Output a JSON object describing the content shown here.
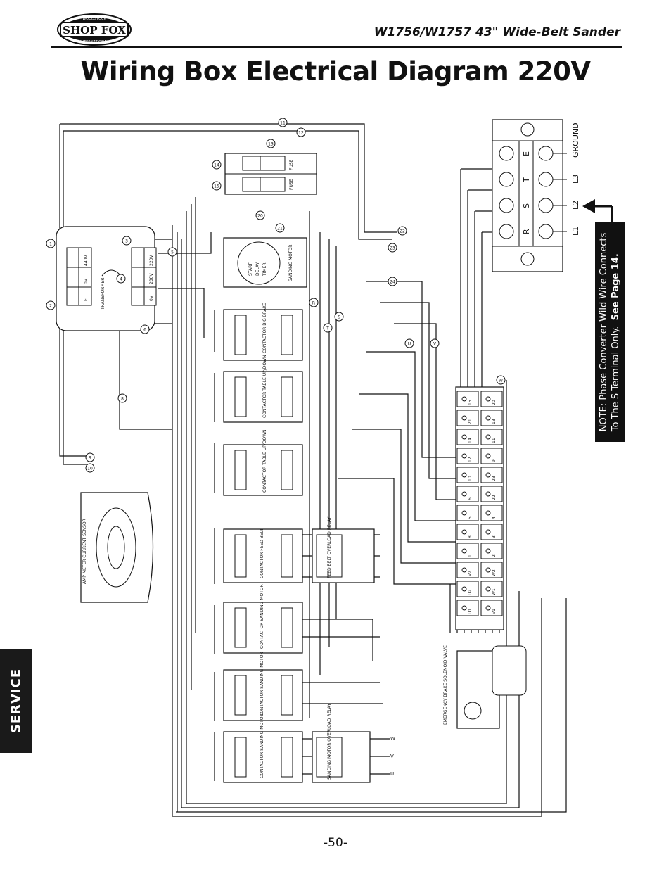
{
  "header": {
    "logo_text": "SHOP FOX",
    "logo_ring_top": "WOODSTOCK",
    "logo_ring_bottom": "INTERNATIONAL",
    "model_title": "W1756/W1757 43\" Wide-Belt Sander"
  },
  "page_title": "Wiring Box Electrical Diagram 220V",
  "side_tab": "SERVICE",
  "note": {
    "line1": "NOTE: Phase Converter Wild Wire Connects",
    "line2": "To The S Terminal Only.",
    "see": "See Page 14."
  },
  "page_number": "-50-",
  "diagram": {
    "transformer_label": "TRANSFORMER",
    "transformer_left_terminals": [
      "440V",
      "0V",
      "E"
    ],
    "transformer_right_terminals": [
      "220V",
      "200V",
      "0V"
    ],
    "fuse_label": "FUSE",
    "timer_labels": [
      "START",
      "DELAY",
      "TIMER",
      "SANDING MOTOR"
    ],
    "contactor_labels": [
      "CONTACTOR BIG BRAKE",
      "CONTACTOR TABLE UP/DOWN",
      "CONTACTOR TABLE UP/DOWN",
      "CONTACTOR FEED BELT",
      "CONTACTOR SANDING MOTOR",
      "CONTACTOR SANDING MOTOR",
      "CONTACTOR SANDING MOTOR"
    ],
    "overload_labels": [
      "FEED BELT OVERLOAD RELAY",
      "SANDING MOTOR OVERLOAD RELAY"
    ],
    "amp_sensor_label": "AMP METER CURRENT SENSOR",
    "solenoid_label": "EMERGENCY BRAKE SOLENOID VALVE",
    "power_terminals": [
      "E",
      "T",
      "S",
      "R"
    ],
    "power_labels": [
      "GROUND",
      "L3",
      "L2",
      "L1"
    ],
    "motor_terminals": [
      "U",
      "V",
      "W"
    ],
    "strip_top": [
      "15",
      "20",
      "21",
      "13",
      "14",
      "11",
      "12",
      "9",
      "10",
      "23",
      "6",
      "22",
      "5",
      "4",
      "8",
      "3",
      "1",
      "2",
      "V2",
      "W2",
      "U2",
      "W1",
      "U1",
      "V1"
    ],
    "wire_tags": [
      "1",
      "2",
      "3",
      "4",
      "5",
      "6",
      "8",
      "9",
      "10",
      "11",
      "12",
      "13",
      "14",
      "15",
      "20",
      "21",
      "22",
      "23",
      "24",
      "R",
      "S",
      "T",
      "U",
      "V",
      "W"
    ]
  }
}
